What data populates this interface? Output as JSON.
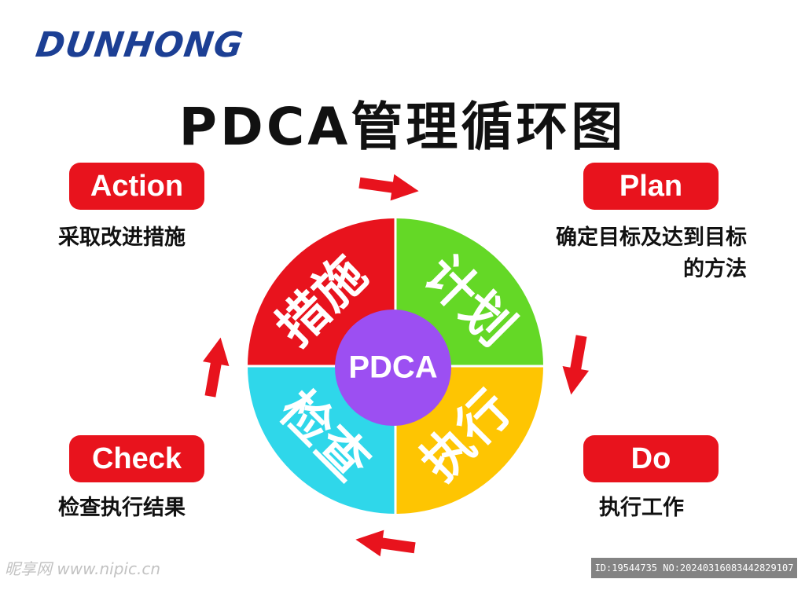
{
  "logo": {
    "text": "DUNHONG"
  },
  "title": "PDCA管理循环图",
  "center_label": "PDCA",
  "colors": {
    "red": "#e8131d",
    "green": "#64d826",
    "yellow": "#fec502",
    "cyan": "#2fd7ea",
    "purple": "#9c4ff2",
    "badge": "#e8131d",
    "logo": "#1c3f94"
  },
  "quadrants": {
    "top_left": {
      "label": "措施"
    },
    "top_right": {
      "label": "计划"
    },
    "bottom_right": {
      "label": "执行"
    },
    "bottom_left": {
      "label": "检查"
    }
  },
  "stages": {
    "action": {
      "badge": "Action",
      "desc": "采取改进措施"
    },
    "plan": {
      "badge": "Plan",
      "desc_line1": "确定目标及达到目标",
      "desc_line2": "的方法"
    },
    "do": {
      "badge": "Do",
      "desc": "执行工作"
    },
    "check": {
      "badge": "Check",
      "desc": "检查执行结果"
    }
  },
  "watermark": {
    "left": "昵享网 www.nipic.cn",
    "right": "ID:19544735 NO:20240316083442829107"
  }
}
